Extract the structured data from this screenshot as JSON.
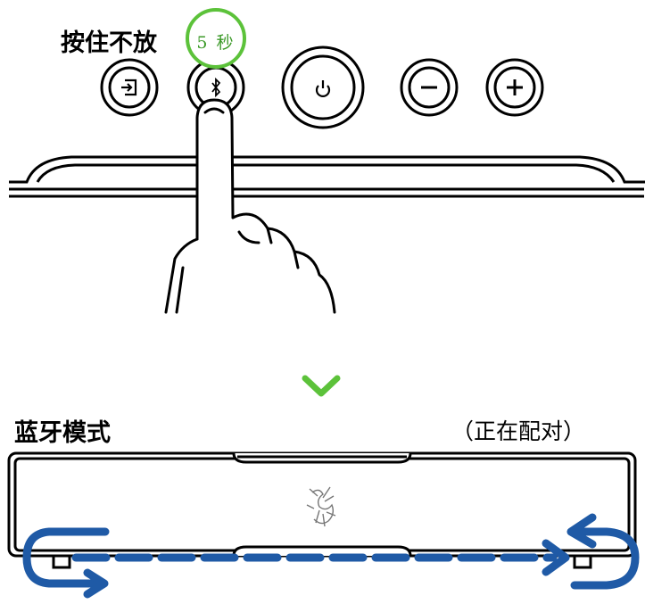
{
  "top_panel": {
    "instruction": "按住不放",
    "timer": "5 秒",
    "buttons": [
      {
        "name": "input-source-button",
        "icon": "input-source-icon"
      },
      {
        "name": "bluetooth-button",
        "icon": "bluetooth-icon"
      },
      {
        "name": "power-button",
        "icon": "power-icon"
      },
      {
        "name": "volume-down-button",
        "icon": "minus-icon"
      },
      {
        "name": "volume-up-button",
        "icon": "plus-icon"
      }
    ]
  },
  "arrow": {
    "icon": "chevron-down-icon",
    "color": "#5cc23a"
  },
  "bottom_panel": {
    "mode": "蓝牙模式",
    "status": "（正在配对）",
    "logo": "razer-logo",
    "loop_color": "#1f5aa6"
  }
}
